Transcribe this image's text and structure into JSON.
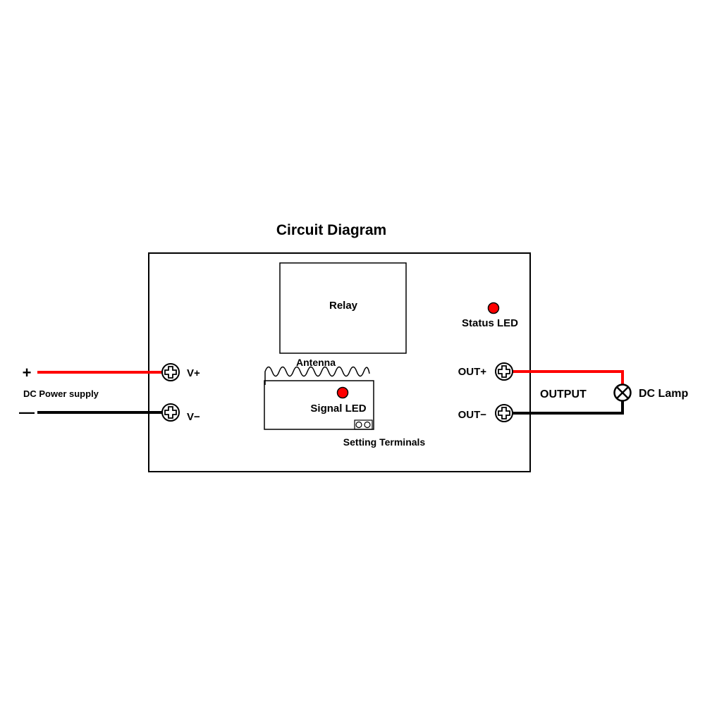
{
  "title": "Circuit Diagram",
  "components": {
    "relay": "Relay",
    "status_led": "Status LED",
    "antenna": "Antenna",
    "signal_led": "Signal LED",
    "setting_terminals": "Setting Terminals"
  },
  "terminals": {
    "v_plus": "V+",
    "v_minus": "V−",
    "out_plus": "OUT+",
    "out_minus": "OUT−"
  },
  "power": {
    "plus_sign": "+",
    "minus_sign": "—",
    "label": "DC Power supply"
  },
  "output_label": "OUTPUT",
  "load_label": "DC Lamp",
  "colors": {
    "positive_wire": "#ff0000",
    "negative_wire": "#000000",
    "led": "#ff0000"
  }
}
